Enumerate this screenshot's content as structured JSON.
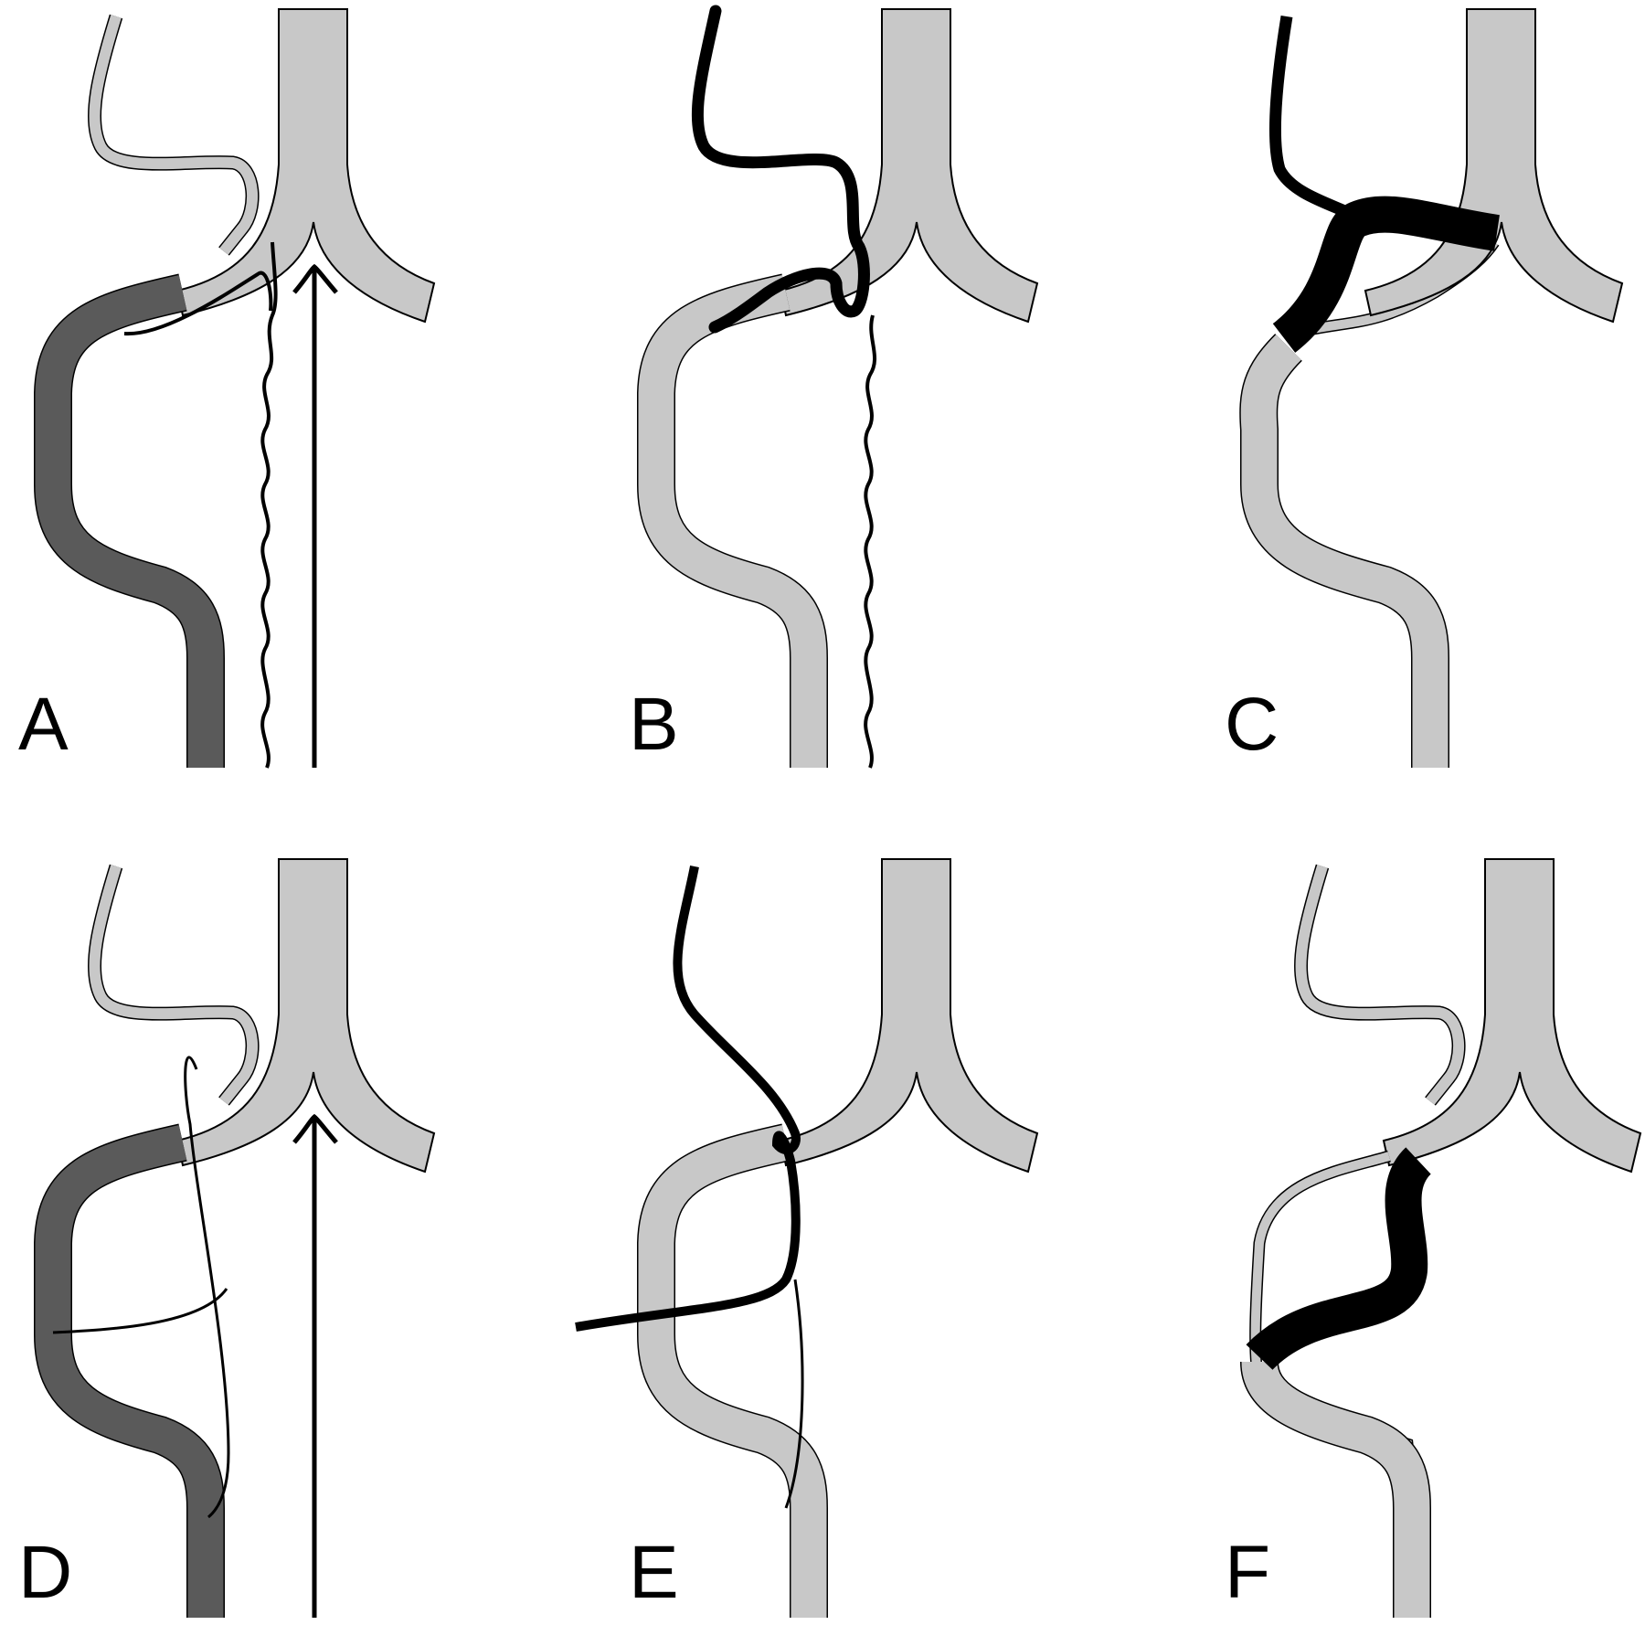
{
  "colors": {
    "vessel_light": "#c8c8c8",
    "vessel_dark": "#5a5a5a",
    "outline": "#000000",
    "highlight": "#000000",
    "background": "#ffffff"
  },
  "panels": [
    {
      "label": "A"
    },
    {
      "label": "B"
    },
    {
      "label": "C"
    },
    {
      "label": "D"
    },
    {
      "label": "E"
    },
    {
      "label": "F"
    }
  ]
}
